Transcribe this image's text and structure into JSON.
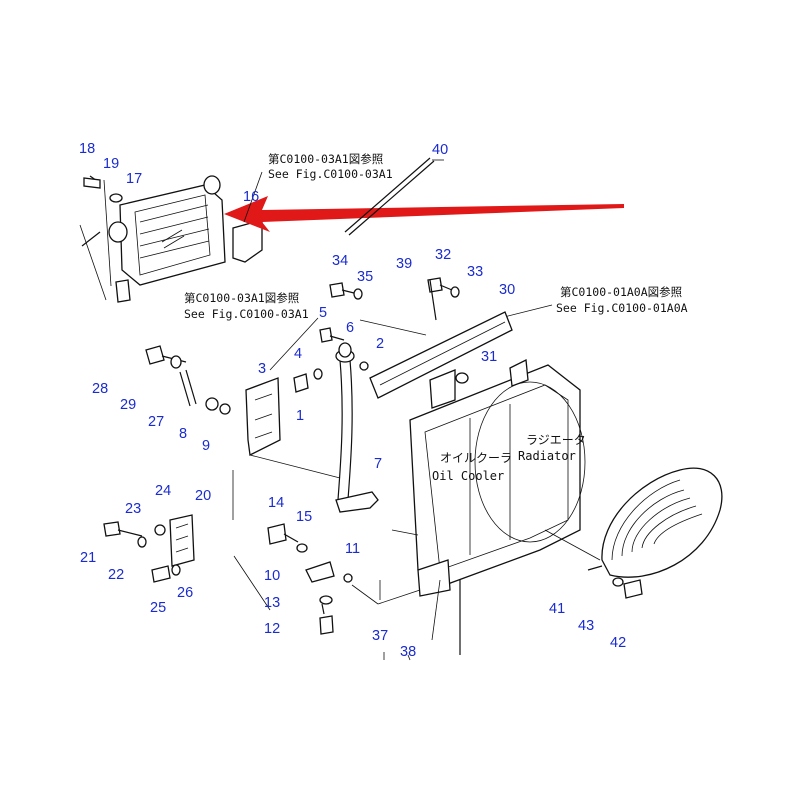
{
  "callouts": [
    "1",
    "2",
    "3",
    "4",
    "5",
    "6",
    "7",
    "8",
    "9",
    "10",
    "11",
    "12",
    "13",
    "14",
    "15",
    "16",
    "17",
    "18",
    "19",
    "20",
    "21",
    "22",
    "23",
    "24",
    "25",
    "26",
    "27",
    "28",
    "29",
    "30",
    "31",
    "32",
    "33",
    "34",
    "35",
    "37",
    "38",
    "39",
    "40",
    "41",
    "42",
    "43"
  ],
  "references": {
    "ref_top_jp": "第C0100-03A1図参照",
    "ref_top_en": "See Fig.C0100-03A1",
    "ref_mid_jp": "第C0100-03A1図参照",
    "ref_mid_en": "See Fig.C0100-03A1",
    "ref_right_jp": "第C0100-01A0A図参照",
    "ref_right_en": "See Fig.C0100-01A0A"
  },
  "labels": {
    "oil_cooler_jp": "オイルクーラ",
    "oil_cooler_en": "Oil Cooler",
    "radiator_jp": "ラジエータ",
    "radiator_en": "Radiator"
  },
  "colors": {
    "callout": "#1a2bd0",
    "arrow": "#e01818",
    "line": "#111111"
  }
}
